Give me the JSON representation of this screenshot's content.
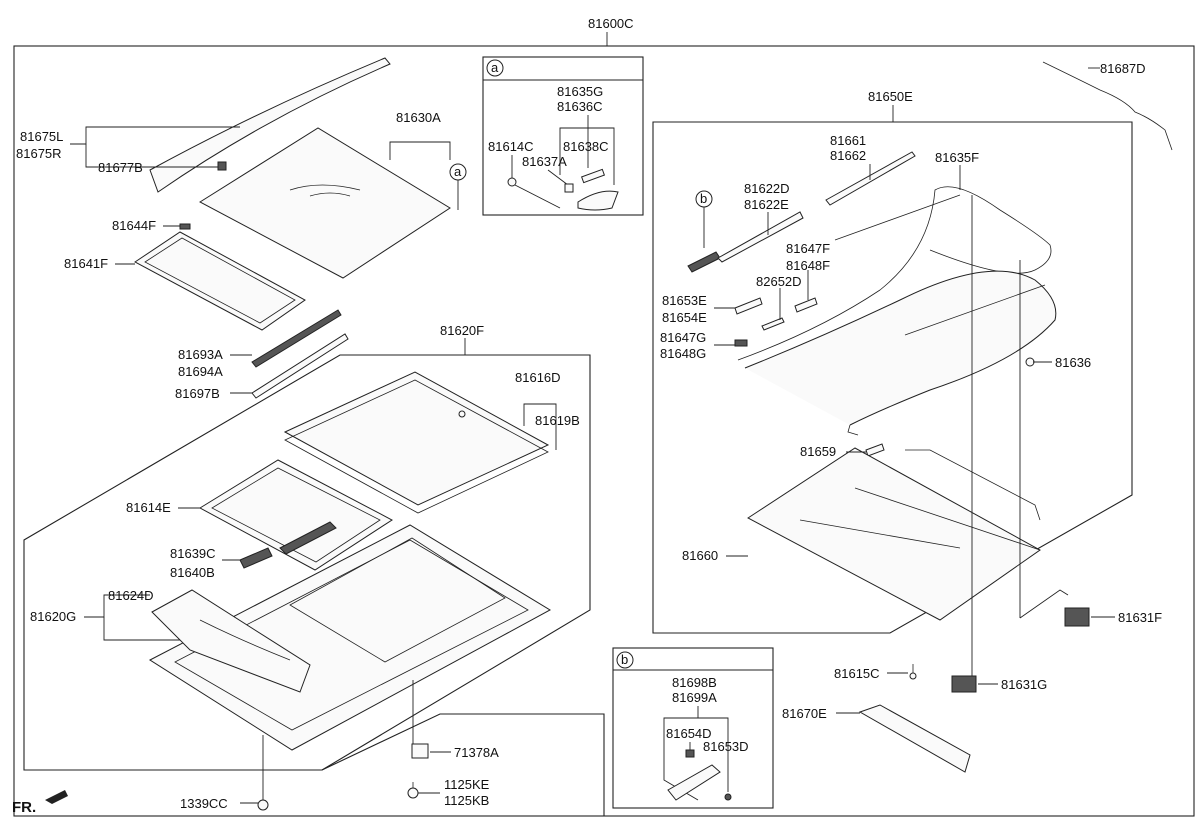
{
  "assembly_label": "81600C",
  "fr_label": "FR.",
  "detail_a": {
    "marker": "a",
    "labels": [
      "81635G",
      "81636C",
      "81614C",
      "81638C",
      "81637A"
    ]
  },
  "detail_b": {
    "marker": "b",
    "labels": [
      "81698B",
      "81699A",
      "81654D",
      "81653D"
    ]
  },
  "part_labels": [
    "81675L",
    "81675R",
    "81677B",
    "81630A",
    "81644F",
    "81641F",
    "81693A",
    "81694A",
    "81697B",
    "81620F",
    "81616D",
    "81619B",
    "81614E",
    "81639C",
    "81640B",
    "81624D",
    "81620G",
    "71378A",
    "1125KE",
    "1125KB",
    "1339CC",
    "81687D",
    "81650E",
    "81661",
    "81662",
    "81635F",
    "81622D",
    "81622E",
    "81647F",
    "81648F",
    "82652D",
    "81653E",
    "81654E",
    "81647G",
    "81648G",
    "81636",
    "81659",
    "81660",
    "81631F",
    "81615C",
    "81631G",
    "81670E"
  ],
  "callout_markers": [
    "a",
    "b"
  ]
}
